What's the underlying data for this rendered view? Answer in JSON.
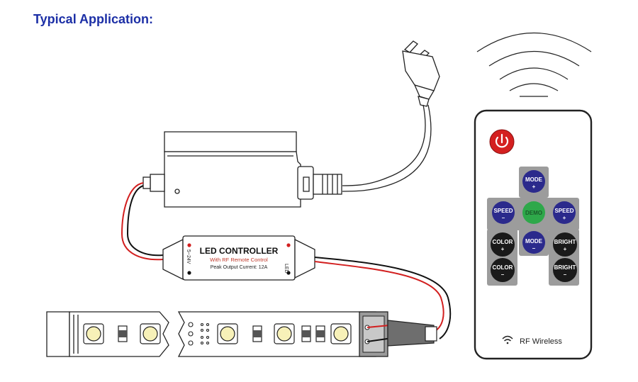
{
  "title": "Typical Application:",
  "controller": {
    "name": "LED CONTROLLER",
    "subtitle": "With RF Remote Control",
    "peak": "Peak Output Current: 12A",
    "input_label": "5~24V",
    "output_label": "LED"
  },
  "remote": {
    "buttons": {
      "mode_plus": [
        "MODE",
        "+"
      ],
      "mode_minus": [
        "MODE",
        "–"
      ],
      "speed_minus": [
        "SPEED",
        "–"
      ],
      "speed_plus": [
        "SPEED",
        "+"
      ],
      "demo": "DEMO",
      "color_plus": [
        "COLOR",
        "+"
      ],
      "color_minus": [
        "COLOR",
        "–"
      ],
      "bright_plus": [
        "BRIGHT",
        "+"
      ],
      "bright_minus": [
        "BRIGHT",
        "–"
      ]
    },
    "footer": "RF Wireless"
  },
  "colors": {
    "title": "#1c2fa6",
    "power_button": "#d42020",
    "mode_speed_buttons": "#2b2a8c",
    "demo_button": "#2ea84a",
    "color_bright_buttons": "#1a1a1a",
    "wire_red": "#d21f1f",
    "wire_black": "#111111",
    "led_chip": "#f7f1b8"
  },
  "icons": [
    "power-icon",
    "wireless-icon",
    "ac-plug-icon"
  ]
}
